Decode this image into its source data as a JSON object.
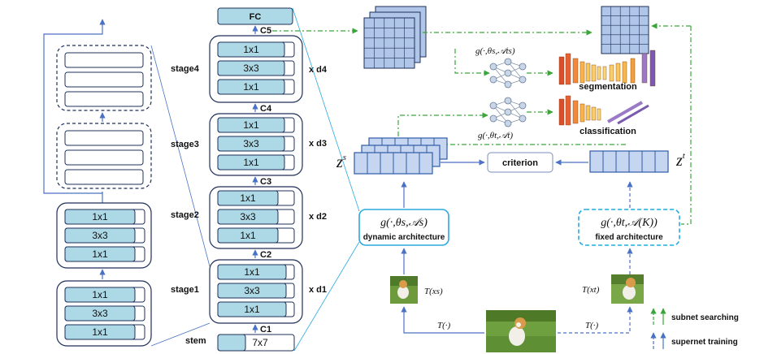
{
  "colors": {
    "layer_fill": "#add8e6",
    "outline": "#1e2f5a",
    "supernet_arrow": "#4a72c4",
    "subnet_arrow": "#3aa63a",
    "cyan_line": "#29a9e0",
    "feature_fill": "#b0c6e8",
    "seg_orange": "#e87a2e",
    "seg_purple": "#9a7ac6"
  },
  "backbone": {
    "fc": "FC",
    "c5": "C5",
    "c4": "C4",
    "c3": "C3",
    "c2": "C2",
    "c1": "C1",
    "stem": "stem",
    "stem_layer": "7x7",
    "stages": [
      {
        "name": "stage4",
        "repeat": "x d4",
        "layers": [
          "1x1",
          "3x3",
          "1x1"
        ]
      },
      {
        "name": "stage3",
        "repeat": "x d3",
        "layers": [
          "1x1",
          "3x3",
          "1x1"
        ]
      },
      {
        "name": "stage2",
        "repeat": "x d2",
        "layers": [
          "1x1",
          "3x3",
          "1x1"
        ]
      },
      {
        "name": "stage1",
        "repeat": "x d1",
        "layers": [
          "1x1",
          "3x3",
          "1x1"
        ]
      }
    ]
  },
  "expanded_block": {
    "top_layers": [
      "1x1",
      "3x3",
      "1x1"
    ],
    "bottom_layers": [
      "1x1",
      "3x3",
      "1x1"
    ]
  },
  "dynamic": {
    "func": "g(·,θs,𝒜s)",
    "label": "dynamic architecture",
    "input_transform": "T(xs)",
    "feature": "zs"
  },
  "fixed": {
    "func": "g(·,θt,𝒜(K))",
    "label": "fixed architecture",
    "input_transform": "T(xt)",
    "feature": "zt"
  },
  "criterion": "criterion",
  "transform_left": "T(·)",
  "transform_right": "T(·)",
  "seg_head_func": "g(·,θs,𝒜ts)",
  "cls_head_func": "g(·,θt,𝒜t)",
  "segmentation": "segmentation",
  "classification": "classification",
  "legend": {
    "subnet": "subnet searching",
    "supernet": "supernet training"
  }
}
